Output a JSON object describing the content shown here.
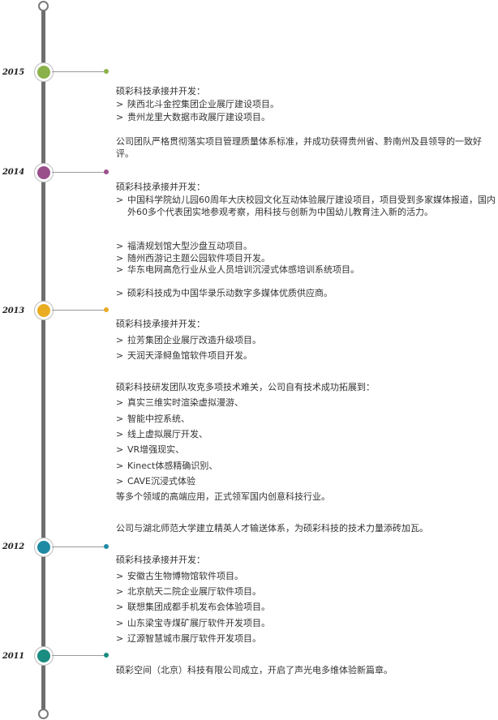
{
  "years": [
    {
      "year": "2015",
      "color": "#8bb24a"
    },
    {
      "year": "2014",
      "color": "#9b4f8a"
    },
    {
      "year": "2013",
      "color": "#e9ac22"
    },
    {
      "year": "2012",
      "color": "#1f8aa3"
    },
    {
      "year": "2011",
      "color": "#1a8c80"
    }
  ],
  "arrow": ">",
  "y2015": {
    "heading": "硕彩科技承接并开发：",
    "items": [
      "陕西北斗金控集团企业展厅建设项目。",
      "贵州龙里大数据市政展厅建设项目。"
    ],
    "para": "公司团队严格贯彻落实项目管理质量体系标准，并成功获得贵州省、黔南州及县领导的一致好评。"
  },
  "y2014": {
    "heading": "硕彩科技承接并开发：",
    "item1": "中国科学院幼儿园60周年大庆校园文化互动体验展厅建设项目，项目受到多家媒体报道，国内外60多个代表团实地参观考察，用科技与创新为中国幼儿教育注入新的活力。",
    "items": [
      "福清规划馆大型沙盘互动项目。",
      "随州西游记主题公园软件项目开发。",
      "华东电网高危行业从业人员培训沉浸式体感培训系统项目。"
    ],
    "item_last": "硕彩科技成为中国华录乐动数字多媒体优质供应商。"
  },
  "y2013": {
    "heading": "硕彩科技承接并开发：",
    "items": [
      "拉芳集团企业展厅改造升级项目。",
      "天润天泽鲟鱼馆软件项目开发。"
    ],
    "tech_heading": "硕彩科技研发团队攻克多项技术难关，公司自有技术成功拓展到：",
    "tech_items": [
      "真实三维实时渲染虚拟漫游、",
      "智能中控系统、",
      "线上虚拟展厅开发、",
      "VR增强现实、",
      "Kinect体感精确识别、",
      "CAVE沉浸式体验"
    ],
    "tech_tail": "等多个领域的高端应用，正式领军国内创意科技行业。",
    "partner": "公司与湖北师范大学建立精英人才输送体系，为硕彩科技的技术力量添砖加瓦。"
  },
  "y2012": {
    "heading": "硕彩科技承接并开发：",
    "items": [
      "安徽古生物博物馆软件项目。",
      "北京航天二院企业展厅软件项目。",
      "联想集团成都手机发布会体验项目。",
      "山东梁宝寺煤矿展厅软件开发项目。",
      "辽源智慧城市展厅软件开发项目。"
    ]
  },
  "y2011": {
    "text": "硕彩空间（北京）科技有限公司成立，开启了声光电多维体验新篇章。"
  }
}
